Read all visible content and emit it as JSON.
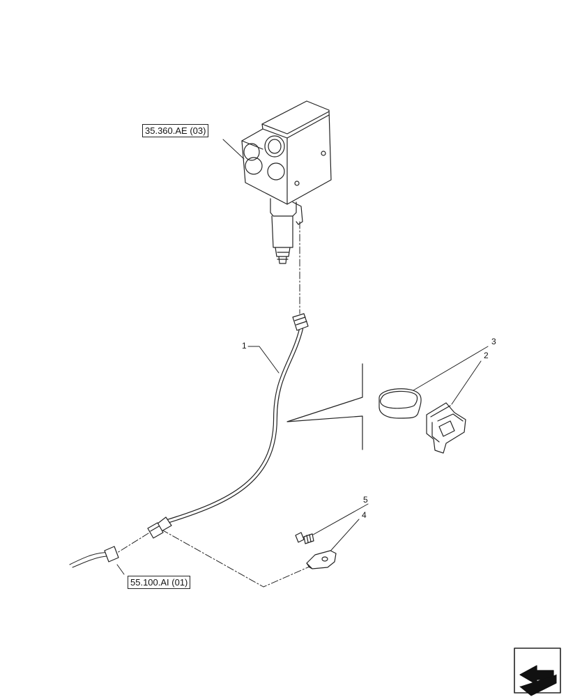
{
  "references": {
    "top": "35.360.AE (03)",
    "bottom": "55.100.AI (01)"
  },
  "callouts": [
    "1",
    "2",
    "3",
    "4",
    "5"
  ],
  "icons": [
    "valve-block-icon",
    "harness-icon",
    "cap-icon",
    "clip-icon",
    "screw-icon",
    "bracket-icon",
    "nav-arrow-icon"
  ]
}
